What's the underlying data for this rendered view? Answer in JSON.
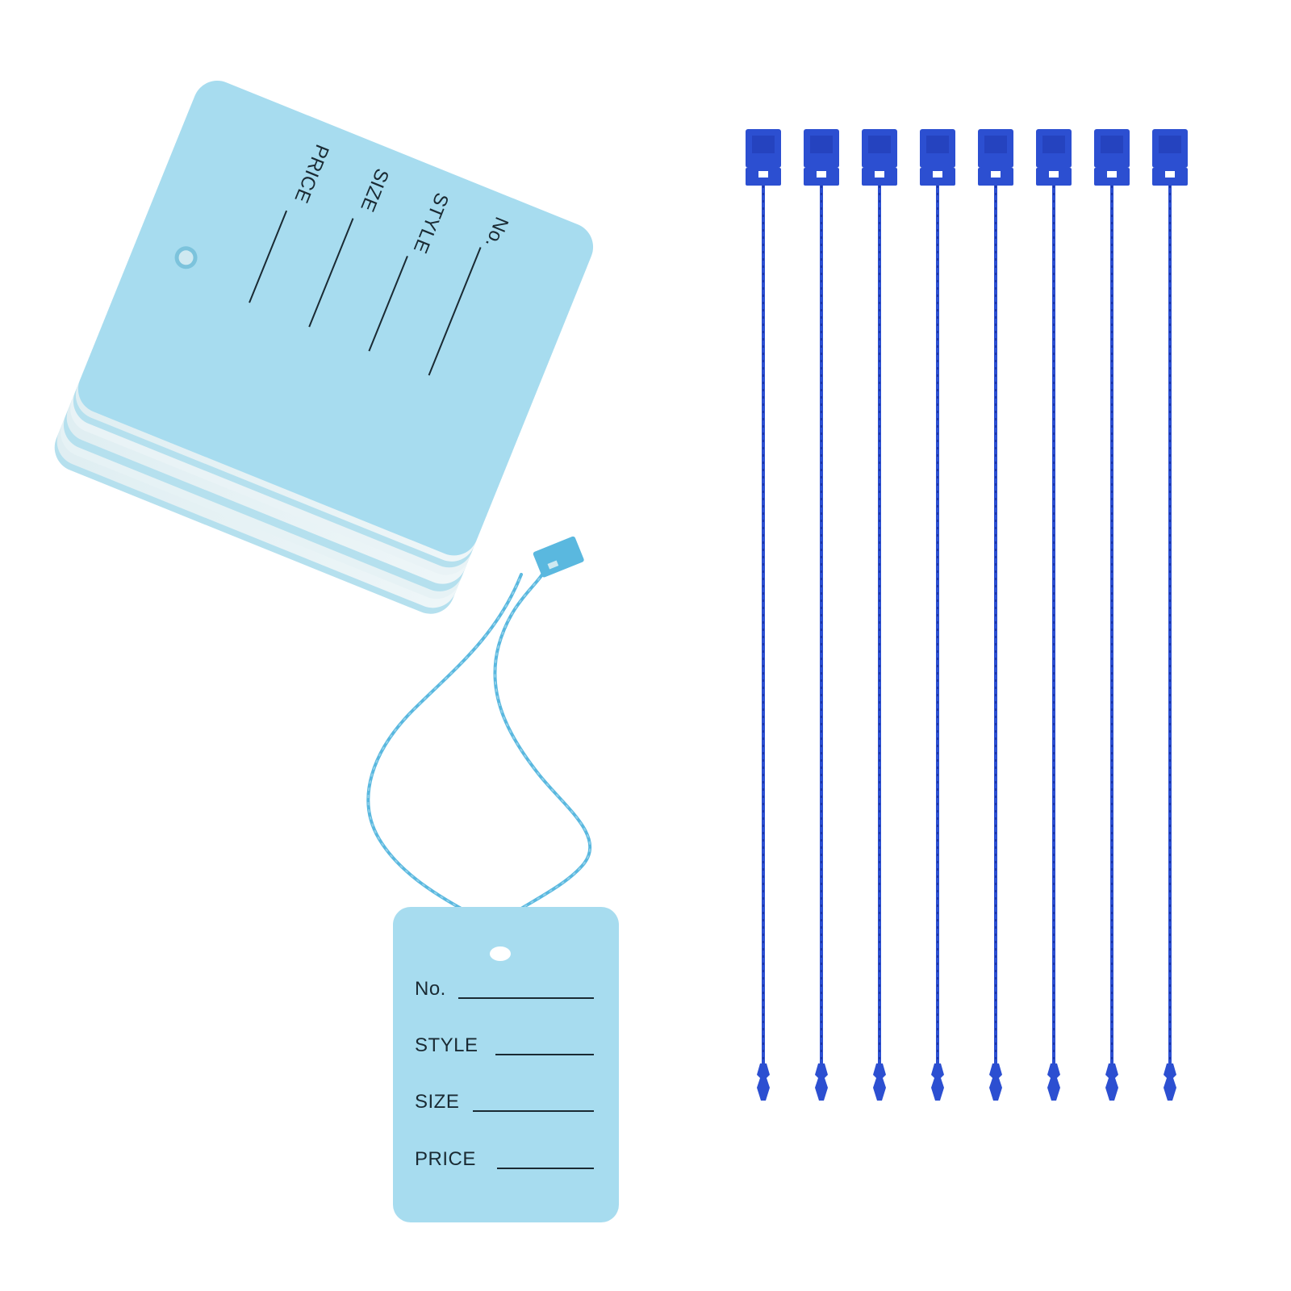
{
  "scene": {
    "background": "#ffffff",
    "tag_color": "#a7dcef",
    "tag_edge_color": "#e4f1f4",
    "string_light_color": "#5ab8df",
    "fastener_color": "#2c4fd1",
    "fastener_dark_color": "#1c36a8",
    "print_color": "#1a2a33"
  },
  "stack": {
    "labels": [
      "No.",
      "STYLE",
      "SIZE",
      "PRICE"
    ]
  },
  "single_tag": {
    "labels": [
      "No.",
      "STYLE",
      "SIZE",
      "PRICE"
    ]
  },
  "fasteners": {
    "count": 8
  }
}
